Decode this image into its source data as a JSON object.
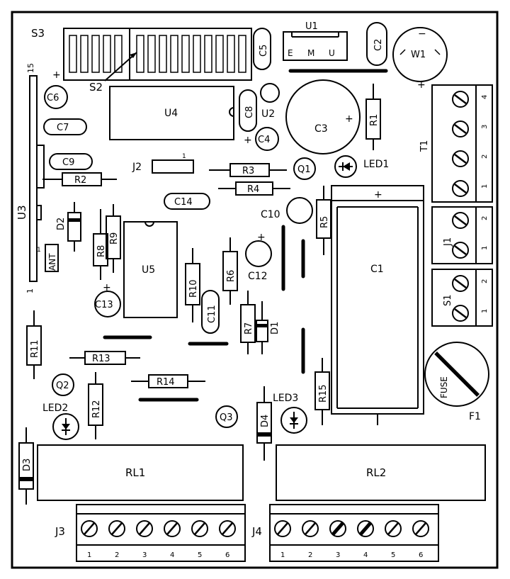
{
  "board": {
    "switches": {
      "S3": "S3",
      "S2": "S2"
    },
    "chips": {
      "U1": "U1",
      "U1_pins": [
        "E",
        "M",
        "U"
      ],
      "U2": "U2",
      "U3": "U3",
      "U3_pin15": "15",
      "U3_pin1": "1",
      "U4": "U4",
      "U5": "U5",
      "W1": "W1",
      "W1_minus": "−",
      "W1_plus": "+"
    },
    "capacitors": {
      "C1": "C1",
      "C2": "C2",
      "C3": "C3",
      "C4": "C4",
      "C5": "C5",
      "C6": "C6",
      "C7": "C7",
      "C8": "C8",
      "C9": "C9",
      "C10": "C10",
      "C11": "C11",
      "C12": "C12",
      "C13": "C13",
      "C14": "C14"
    },
    "resistors": {
      "R1": "R1",
      "R2": "R2",
      "R3": "R3",
      "R4": "R4",
      "R5": "R5",
      "R6": "R6",
      "R7": "R7",
      "R8": "R8",
      "R9": "R9",
      "R10": "R10",
      "R11": "R11",
      "R12": "R12",
      "R13": "R13",
      "R14": "R14",
      "R15": "R15"
    },
    "diodes": {
      "D1": "D1",
      "D2": "D2",
      "D3": "D3",
      "D4": "D4"
    },
    "transistors": {
      "Q1": "Q1",
      "Q2": "Q2",
      "Q3": "Q3"
    },
    "leds": {
      "LED1": "LED1",
      "LED2": "LED2",
      "LED3": "LED3"
    },
    "connectors": {
      "J2": "J2",
      "J2_pin": "1",
      "J3": "J3",
      "J4": "J4",
      "ANT": "ANT",
      "ANT_pin": "1"
    },
    "relays": {
      "RL1": "RL1",
      "RL2": "RL2"
    },
    "terminals": {
      "T1": "T1",
      "T1_pins": [
        "4",
        "3",
        "2",
        "1"
      ],
      "J1": "J1",
      "J1_pins": [
        "2",
        "1"
      ],
      "S1": "S1",
      "S1_pins": [
        "2",
        "1"
      ],
      "J3_pins": [
        "1",
        "2",
        "3",
        "4",
        "5",
        "6"
      ],
      "J4_pins": [
        "1",
        "2",
        "3",
        "4",
        "5",
        "6"
      ]
    },
    "fuse": {
      "F1": "F1",
      "label": "FUSE"
    },
    "polarity_plus": "+"
  }
}
